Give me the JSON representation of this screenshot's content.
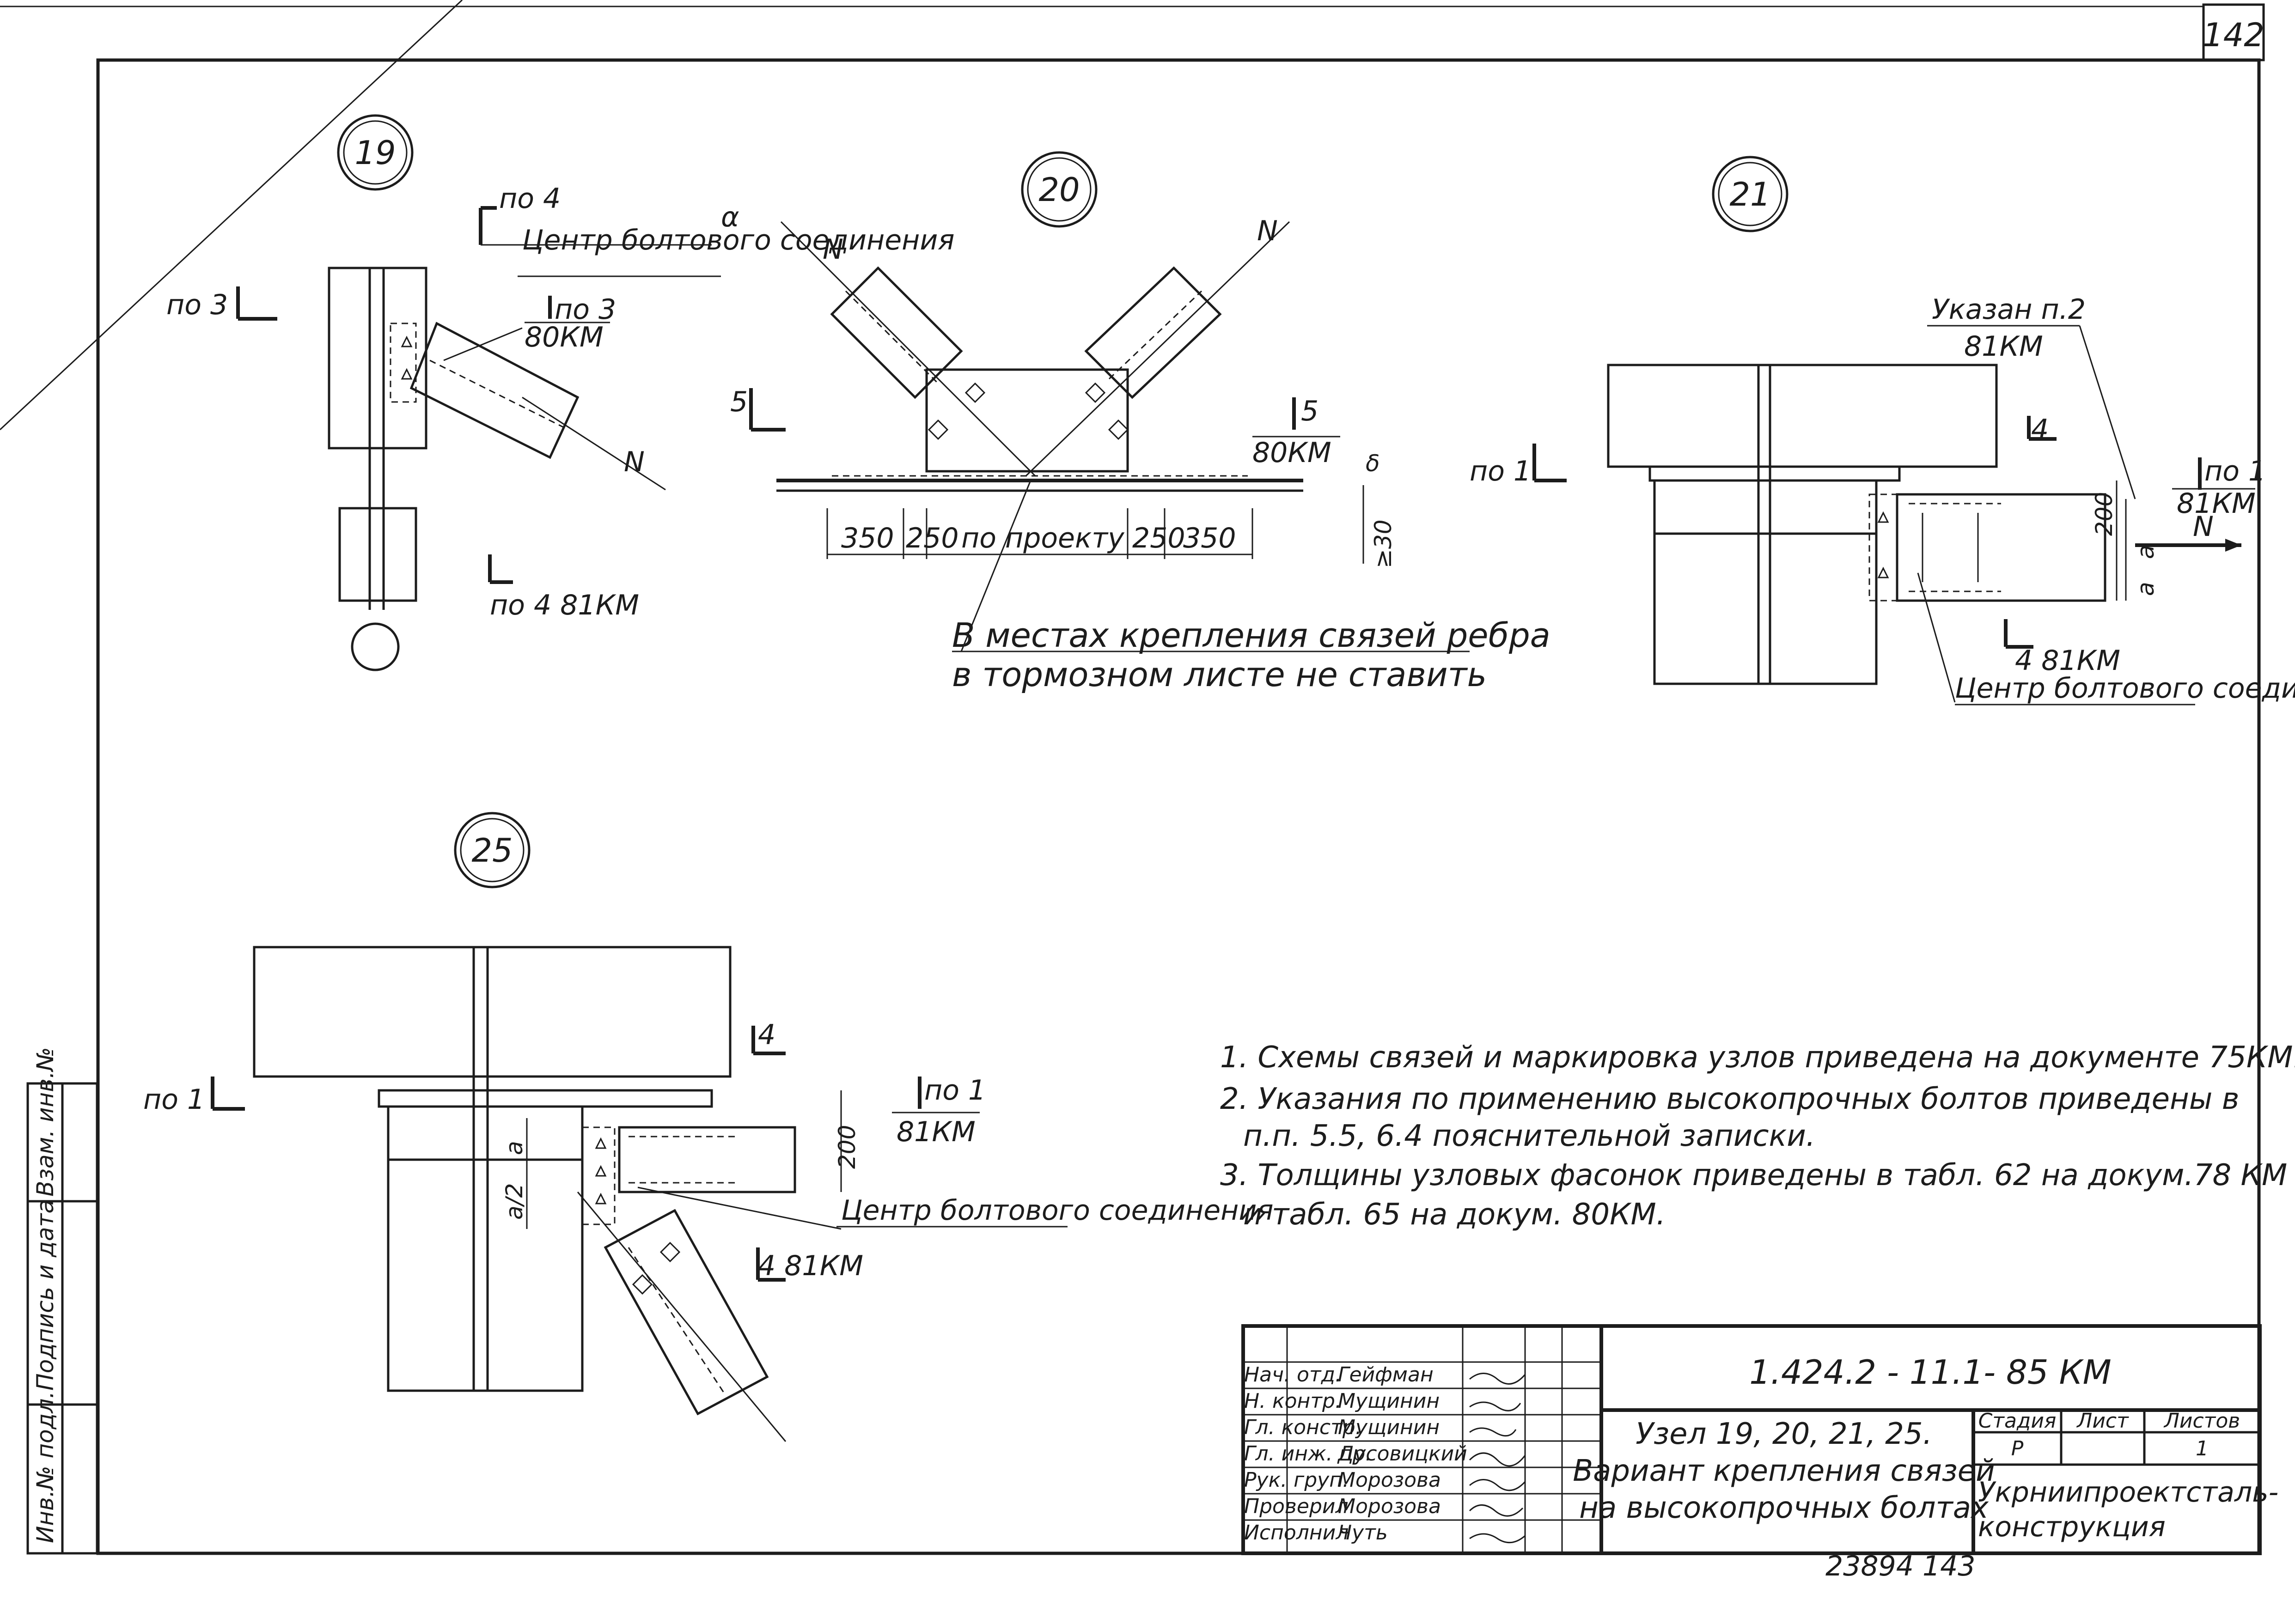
{
  "sheet_number": "142",
  "nodes": {
    "n19": {
      "number": "19",
      "section_top": "по 4",
      "bolt_center": "Центр болтового соединения",
      "section_left": "по 3",
      "section_ref": "по 3",
      "doc_ref": "80КМ",
      "force": "N",
      "section_bottom": "по 4  81КМ"
    },
    "n20": {
      "number": "20",
      "alpha": "α",
      "force_left": "N",
      "force_right": "N",
      "section_left": "5",
      "section_right": "5",
      "doc_ref": "80КМ",
      "dim_delta": "δ",
      "dims": [
        "350",
        "250",
        "по проекту",
        "250",
        "350"
      ],
      "dim_side": "≥30",
      "note_line1": "В местах крепления связей ребра",
      "note_line2": "в тормозном листе не ставить"
    },
    "n21": {
      "number": "21",
      "indicated": "Указан п.2",
      "indicated_ref": "81КМ",
      "section_top": "4",
      "section_left": "по 1",
      "section_right": "по 1",
      "section_right_ref": "81КМ",
      "force": "N",
      "dim_200": "200",
      "dim_a1": "a",
      "dim_a2": "a",
      "section_bottom": "4 81КМ",
      "bolt_center": "Центр болтового соединения"
    },
    "n25": {
      "number": "25",
      "section_top": "4",
      "section_left": "по 1",
      "section_right": "по 1",
      "section_right_ref": "81КМ",
      "dim_200": "200",
      "dim_a": "a",
      "dim_a2": "a/2",
      "bolt_center": "Центр болтового соединения",
      "section_bottom": "4   81КМ"
    }
  },
  "notes": [
    "1. Схемы связей и маркировка узлов приведена на документе 75КМ.",
    "2. Указания по применению высокопрочных болтов приведены в",
    "п.п. 5.5, 6.4 пояснительной записки.",
    "3. Толщины узловых фасонок приведены в табл. 62 на докум.78 КМ",
    "и табл. 65 на докум. 80КМ."
  ],
  "side_stamp": [
    "Инв.№ подл.",
    "Подпись и дата",
    "Взам. инв.№"
  ],
  "title_block": {
    "doc_code": "1.424.2 - 11.1- 85 КМ",
    "title_lines": [
      "Узел 19, 20, 21, 25.",
      "Вариант крепления связей",
      "на высокопрочных болтах"
    ],
    "stage_header": "Стадия",
    "sheet_header": "Лист",
    "sheets_header": "Листов",
    "stage": "Р",
    "sheet": "",
    "sheets": "1",
    "org_lines": [
      "Укрниипроектсталь-",
      "конструкция"
    ],
    "staff": [
      {
        "role": "Нач. отд.",
        "name": "Гейфман"
      },
      {
        "role": "Н. контр.",
        "name": "Мущинин"
      },
      {
        "role": "Гл. констр.",
        "name": "Мущинин"
      },
      {
        "role": "Гл. инж. пр.",
        "name": "Дусовицкий"
      },
      {
        "role": "Рук. груп.",
        "name": "Морозова"
      },
      {
        "role": "Проверил",
        "name": "Морозова"
      },
      {
        "role": "Исполнил",
        "name": "Чуть"
      }
    ]
  },
  "archive_number": "23894 143"
}
